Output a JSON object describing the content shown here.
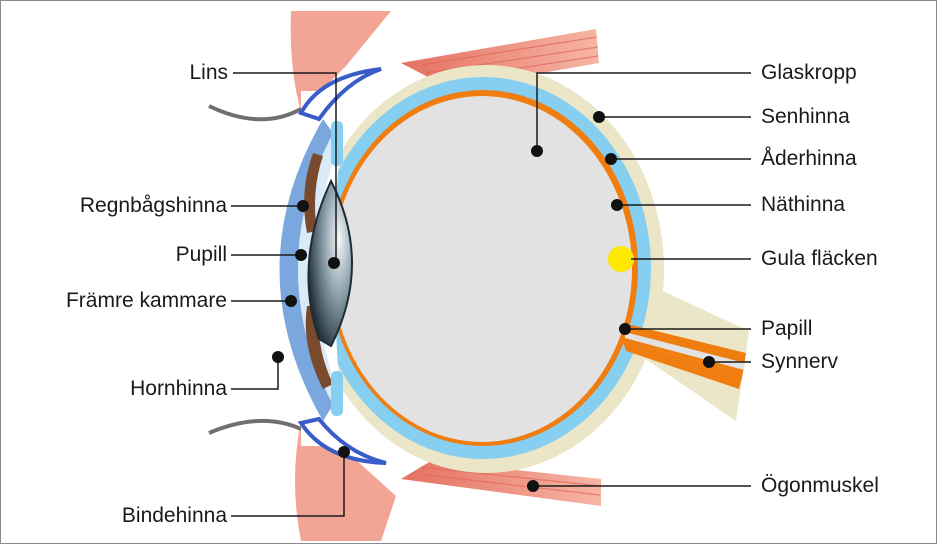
{
  "labels": {
    "lins": "Lins",
    "regnbagshinna": "Regnbågshinna",
    "pupill": "Pupill",
    "framre_kammare": "Främre kammare",
    "hornhinna": "Hornhinna",
    "bindehinna": "Bindehinna",
    "glaskropp": "Glaskropp",
    "senhinna": "Senhinna",
    "aderhinna": "Åderhinna",
    "nathinna": "Näthinna",
    "gula_flacken": "Gula fläcken",
    "papill": "Papill",
    "synnerv": "Synnerv",
    "ogonmuskel": "Ögonmuskel"
  },
  "colors": {
    "sclera": "#ece6c8",
    "choroid": "#86cff0",
    "retina": "#f07d0f",
    "vitreous": "#e2e2e2",
    "cornea": "#7aa8de",
    "iris": "#7a4a2c",
    "macula": "#ffe800",
    "muscle": "#f0a090",
    "eyelid": "#f2a594"
  }
}
